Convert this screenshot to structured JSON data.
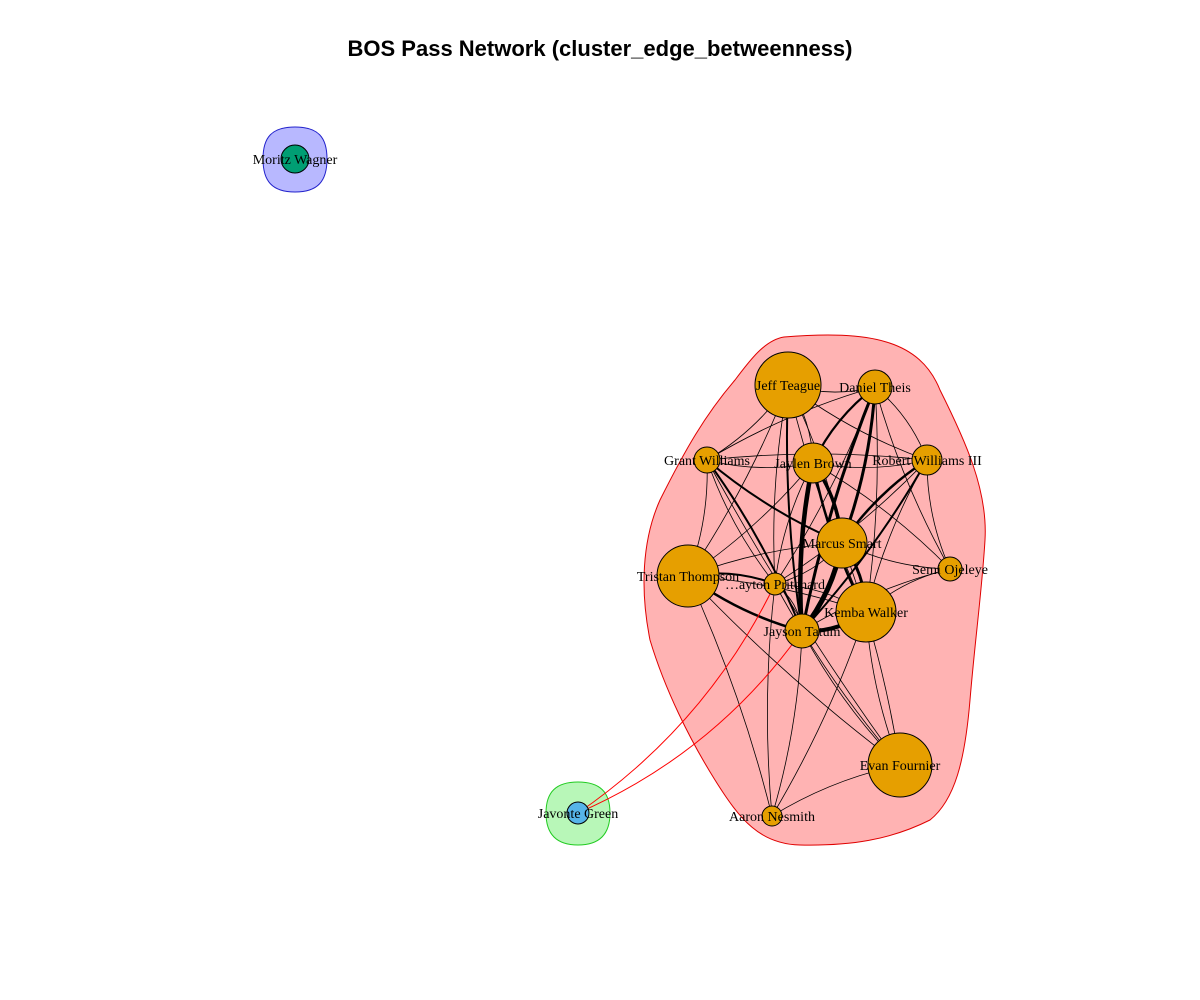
{
  "title": "BOS Pass Network (cluster_edge_betweenness)",
  "colors": {
    "cluster_main_fill": "#ffb3b3",
    "cluster_main_stroke": "#e00000",
    "cluster_green_fill": "#b8f7b8",
    "cluster_green_stroke": "#22cc22",
    "cluster_blue_fill": "#b8b8ff",
    "cluster_blue_stroke": "#2222cc",
    "node_main": "#e69f00",
    "node_green_cluster": "#56b4e9",
    "node_blue_cluster": "#009e73",
    "edge_within": "#000000",
    "edge_between": "#ff0000"
  },
  "clusters": [
    {
      "name": "main",
      "fill": "cluster_main_fill",
      "stroke": "cluster_main_stroke"
    },
    {
      "name": "green",
      "fill": "cluster_green_fill",
      "stroke": "cluster_green_stroke"
    },
    {
      "name": "blue",
      "fill": "cluster_blue_fill",
      "stroke": "cluster_blue_stroke"
    }
  ],
  "nodes": [
    {
      "id": "teague",
      "label": "Jeff Teague",
      "cluster": "main"
    },
    {
      "id": "theis",
      "label": "Daniel Theis",
      "cluster": "main"
    },
    {
      "id": "grant",
      "label": "Grant Williams",
      "cluster": "main"
    },
    {
      "id": "brown",
      "label": "Jaylen Brown",
      "cluster": "main"
    },
    {
      "id": "rwill",
      "label": "Robert Williams III",
      "cluster": "main"
    },
    {
      "id": "smart",
      "label": "Marcus Smart",
      "cluster": "main"
    },
    {
      "id": "ojeleye",
      "label": "Semi Ojeleye",
      "cluster": "main"
    },
    {
      "id": "tristan",
      "label": "Tristan Thompson",
      "cluster": "main"
    },
    {
      "id": "payton",
      "label": "…ayton Pritchard",
      "cluster": "main"
    },
    {
      "id": "walker",
      "label": "Kemba Walker",
      "cluster": "main"
    },
    {
      "id": "tatum",
      "label": "Jayson Tatum",
      "cluster": "main"
    },
    {
      "id": "fournier",
      "label": "Evan Fournier",
      "cluster": "main"
    },
    {
      "id": "nesmith",
      "label": "Aaron Nesmith",
      "cluster": "main"
    },
    {
      "id": "green",
      "label": "Javonte Green",
      "cluster": "green"
    },
    {
      "id": "wagner",
      "label": "Moritz Wagner",
      "cluster": "blue"
    }
  ],
  "edges": [
    [
      "tatum",
      "smart"
    ],
    [
      "tatum",
      "brown"
    ],
    [
      "tatum",
      "walker"
    ],
    [
      "tatum",
      "theis"
    ],
    [
      "tatum",
      "rwill"
    ],
    [
      "tatum",
      "teague"
    ],
    [
      "tatum",
      "grant"
    ],
    [
      "tatum",
      "tristan"
    ],
    [
      "tatum",
      "payton"
    ],
    [
      "tatum",
      "ojeleye"
    ],
    [
      "tatum",
      "fournier"
    ],
    [
      "tatum",
      "nesmith"
    ],
    [
      "smart",
      "brown"
    ],
    [
      "smart",
      "walker"
    ],
    [
      "smart",
      "theis"
    ],
    [
      "smart",
      "rwill"
    ],
    [
      "smart",
      "teague"
    ],
    [
      "smart",
      "grant"
    ],
    [
      "smart",
      "tristan"
    ],
    [
      "smart",
      "payton"
    ],
    [
      "smart",
      "ojeleye"
    ],
    [
      "smart",
      "fournier"
    ],
    [
      "brown",
      "walker"
    ],
    [
      "brown",
      "theis"
    ],
    [
      "brown",
      "teague"
    ],
    [
      "brown",
      "grant"
    ],
    [
      "brown",
      "rwill"
    ],
    [
      "brown",
      "tristan"
    ],
    [
      "brown",
      "payton"
    ],
    [
      "brown",
      "ojeleye"
    ],
    [
      "walker",
      "theis"
    ],
    [
      "walker",
      "rwill"
    ],
    [
      "walker",
      "fournier"
    ],
    [
      "walker",
      "ojeleye"
    ],
    [
      "walker",
      "tristan"
    ],
    [
      "walker",
      "teague"
    ],
    [
      "walker",
      "payton"
    ],
    [
      "walker",
      "nesmith"
    ],
    [
      "teague",
      "theis"
    ],
    [
      "teague",
      "grant"
    ],
    [
      "teague",
      "rwill"
    ],
    [
      "teague",
      "tristan"
    ],
    [
      "teague",
      "payton"
    ],
    [
      "theis",
      "rwill"
    ],
    [
      "theis",
      "grant"
    ],
    [
      "theis",
      "payton"
    ],
    [
      "theis",
      "ojeleye"
    ],
    [
      "grant",
      "tristan"
    ],
    [
      "grant",
      "payton"
    ],
    [
      "grant",
      "rwill"
    ],
    [
      "grant",
      "fournier"
    ],
    [
      "tristan",
      "payton"
    ],
    [
      "tristan",
      "fournier"
    ],
    [
      "tristan",
      "nesmith"
    ],
    [
      "rwill",
      "ojeleye"
    ],
    [
      "rwill",
      "payton"
    ],
    [
      "fournier",
      "nesmith"
    ],
    [
      "fournier",
      "payton"
    ],
    [
      "payton",
      "nesmith"
    ],
    [
      "green",
      "tatum"
    ],
    [
      "green",
      "payton"
    ]
  ]
}
